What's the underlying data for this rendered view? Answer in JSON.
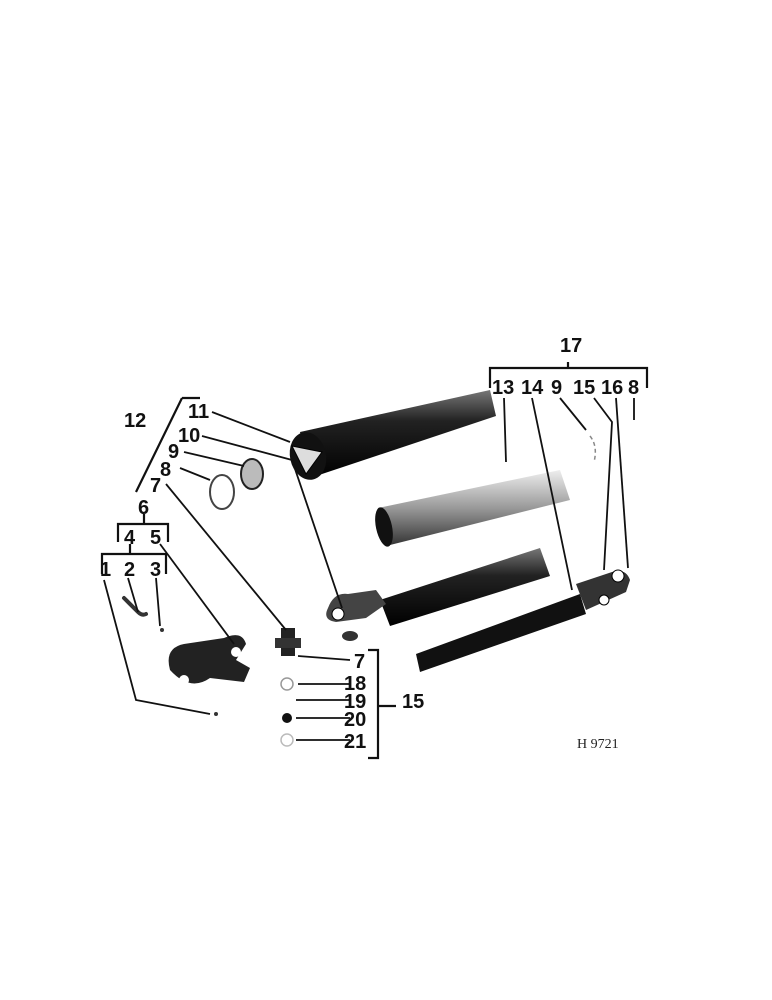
{
  "figure_id": "H 9721",
  "callouts": {
    "c17": "17",
    "c13": "13",
    "c14": "14",
    "c9a": "9",
    "c15a": "15",
    "c16": "16",
    "c8a": "8",
    "c11": "11",
    "c12": "12",
    "c10": "10",
    "c9b": "9",
    "c8b": "8",
    "c7a": "7",
    "c6": "6",
    "c4": "4",
    "c5": "5",
    "c1": "1",
    "c2": "2",
    "c3": "3",
    "c7b": "7",
    "c18": "18",
    "c19": "19",
    "c20": "20",
    "c21": "21",
    "c15b": "15"
  }
}
